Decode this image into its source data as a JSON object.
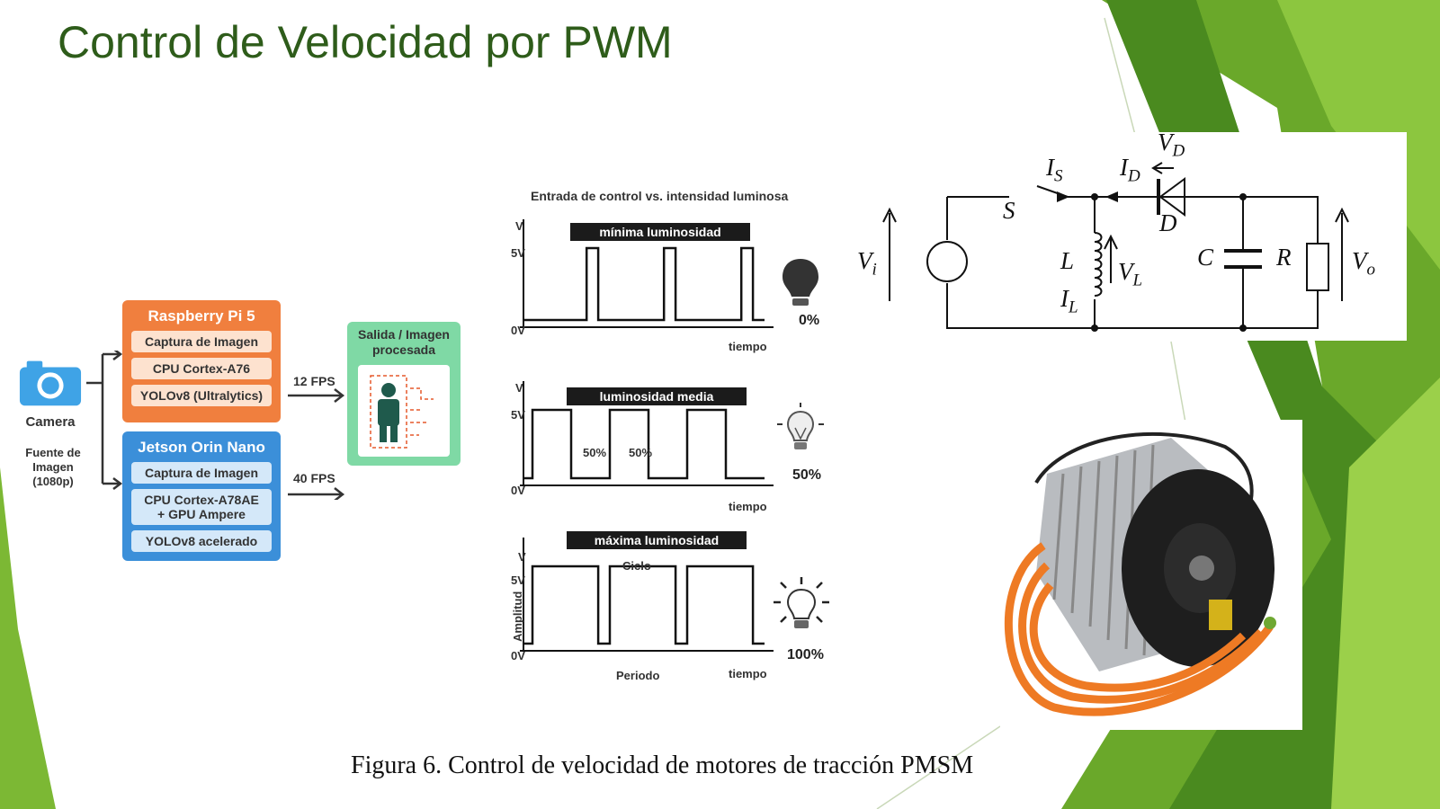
{
  "slide": {
    "title": "Control de Velocidad por PWM",
    "caption": "Figura 6. Control de velocidad de motores de tracción PMSM"
  },
  "colors": {
    "title": "#2e5c1a",
    "green_light": "#8cc63f",
    "green_dark": "#4a8a1f",
    "rpi": "#f07f3e",
    "jetson": "#3b8fd9",
    "output": "#7fd9a5",
    "motor_cable": "#ee7a24"
  },
  "pipeline": {
    "camera_icon": "camera-icon",
    "camera_label": "Camera",
    "camera_sub_1": "Fuente de",
    "camera_sub_2": "Imagen",
    "camera_sub_3": "(1080p)",
    "rpi": {
      "title": "Raspberry Pi 5",
      "items": [
        "Captura de Imagen",
        "CPU Cortex-A76",
        "YOLOv8 (Ultralytics)"
      ],
      "fps": "12 FPS"
    },
    "jetson": {
      "title": "Jetson Orin Nano",
      "items": [
        "Captura de Imagen",
        "CPU Cortex-A78AE",
        "+ GPU Ampere",
        "YOLOv8 acelerado"
      ],
      "fps": "40 FPS"
    },
    "output": {
      "title_1": "Salida / Imagen",
      "title_2": "procesada",
      "icon": "person-detection-icon"
    }
  },
  "pwm": {
    "title": "Entrada de control vs. intensidad luminosa",
    "axis_v": "V",
    "axis_5v": "5V",
    "axis_0v": "0V",
    "axis_time": "tiempo",
    "axis_amplitude": "Amplitud",
    "panels": [
      {
        "label": "mínima luminosidad",
        "duty": 0.15,
        "percent": "0%",
        "bulb": "bulb-off-icon"
      },
      {
        "label": "luminosidad media",
        "duty": 0.5,
        "percent": "50%",
        "bulb": "bulb-dim-icon",
        "marks": [
          "50%",
          "50%"
        ]
      },
      {
        "label": "máxima luminosidad",
        "duty": 0.85,
        "percent": "100%",
        "bulb": "bulb-bright-icon",
        "cycle": "Ciclo",
        "period": "Periodo"
      }
    ]
  },
  "circuit": {
    "vd": "V",
    "vd_sub": "D",
    "is": "I",
    "is_sub": "S",
    "id": "I",
    "id_sub": "D",
    "s": "S",
    "d": "D",
    "vi": "V",
    "vi_sub": "i",
    "l": "L",
    "vl": "V",
    "vl_sub": "L",
    "il": "I",
    "il_sub": "L",
    "c": "C",
    "r": "R",
    "vo": "V",
    "vo_sub": "o"
  },
  "motor": {
    "icon": "pmsm-motor-icon"
  }
}
